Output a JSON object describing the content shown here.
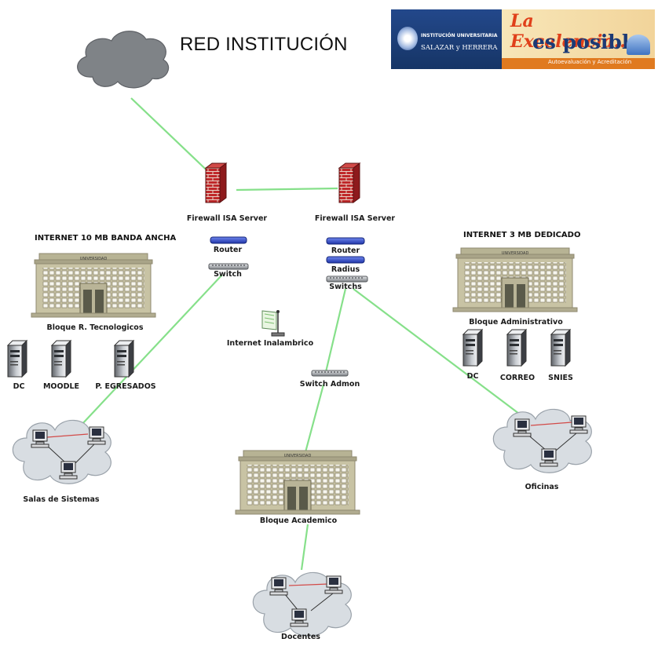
{
  "title": "RED INSTITUCIÓN",
  "logo": {
    "institution": "INSTITUCIÓN UNIVERSITARIA",
    "name": "SALAZAR y HERRERA",
    "slogan_line1": "La Excelencia...",
    "slogan_line2": "es posible",
    "tagline": "Autoevaluación y Acreditación"
  },
  "headers": {
    "internet_left": "INTERNET 10 MB BANDA ANCHA",
    "internet_right": "INTERNET 3 MB DEDICADO"
  },
  "building_sign": "UNIVERSIDAD",
  "labels": {
    "firewall_1": "Firewall ISA Server",
    "firewall_2": "Firewall ISA Server",
    "router_1": "Router",
    "switch_1": "Switch",
    "router_2": "Router",
    "radius": "Radius",
    "switch_2": "Switchs",
    "wireless": "Internet Inalambrico",
    "switch_admin": "Switch Admon",
    "bloque_tec": "Bloque R. Tecnologicos",
    "bloque_admin": "Bloque Administrativo",
    "bloque_acad": "Bloque Academico",
    "server_dc_left": "DC",
    "server_moodle": "MOODLE",
    "server_egresados": "P. EGRESADOS",
    "server_dc_right": "DC",
    "server_correo": "CORREO",
    "server_snies": "SNIES",
    "cloud_salas": "Salas de Sistemas",
    "cloud_oficinas": "Oficinas",
    "cloud_docentes": "Docentes"
  },
  "colors": {
    "link": "#86e08a",
    "firewall": "#c0282a",
    "device_blue": "#2c49c8",
    "cloud": "#d8dde2",
    "internet_cloud": "#7f8387",
    "building": "#c8c3a4"
  }
}
